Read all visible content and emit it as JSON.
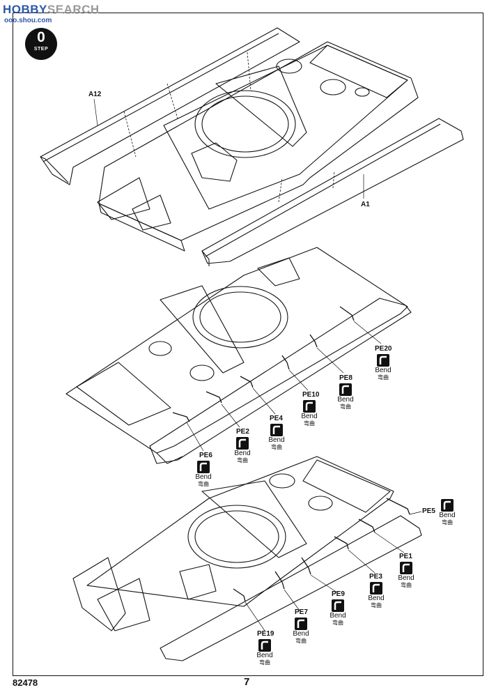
{
  "watermark": {
    "prefix": "HOBBY",
    "suffix": "SEARCH",
    "url": "ooo.shou.com"
  },
  "step": {
    "number": "0",
    "label": "STEP"
  },
  "bend": {
    "en": "Bend",
    "cn": "弯曲"
  },
  "parts": {
    "a12": "A12",
    "a1": "A1",
    "pe20": "PE20",
    "pe8": "PE8",
    "pe10": "PE10",
    "pe4": "PE4",
    "pe2": "PE2",
    "pe6": "PE6",
    "pe5": "PE5",
    "pe1": "PE1",
    "pe3": "PE3",
    "pe9": "PE9",
    "pe7": "PE7",
    "pe19": "PE19"
  },
  "footer": {
    "code": "82478",
    "page": "7"
  },
  "colors": {
    "ink": "#111111",
    "watermark": "#2c57a8"
  }
}
